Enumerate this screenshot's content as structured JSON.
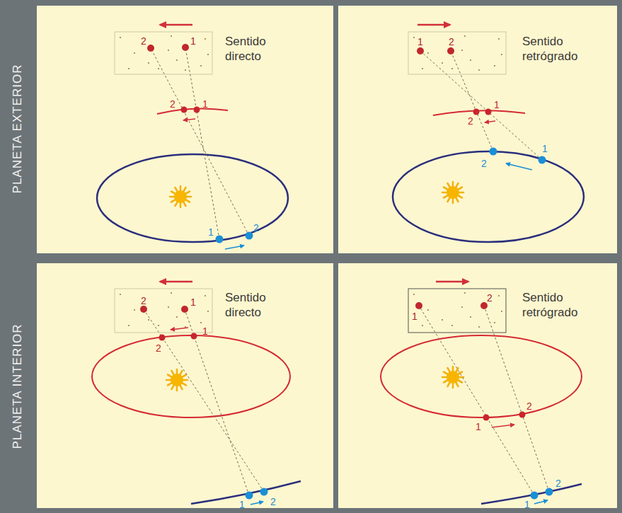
{
  "diagram": {
    "nodes": [
      {
        "text": [
          "PLANETA EXTERIOR"
        ]
      },
      {
        "text": [
          "Sentido directo"
        ]
      },
      {
        "text": [
          "Sentido retrógrado"
        ]
      },
      {
        "text": [
          "PLANETA INTERIOR"
        ]
      },
      {
        "text": [
          "Sentido directo"
        ]
      },
      {
        "text": [
          "Sentido retrógrado"
        ]
      }
    ],
    "labels": [
      "2",
      "1",
      "2",
      "1",
      "1",
      "2",
      "1",
      "2",
      "2",
      "1",
      "2",
      "1",
      "2",
      "1",
      "1",
      "2",
      "1",
      "2",
      "1",
      "2",
      "2",
      "1",
      "1",
      "2"
    ]
  }
}
